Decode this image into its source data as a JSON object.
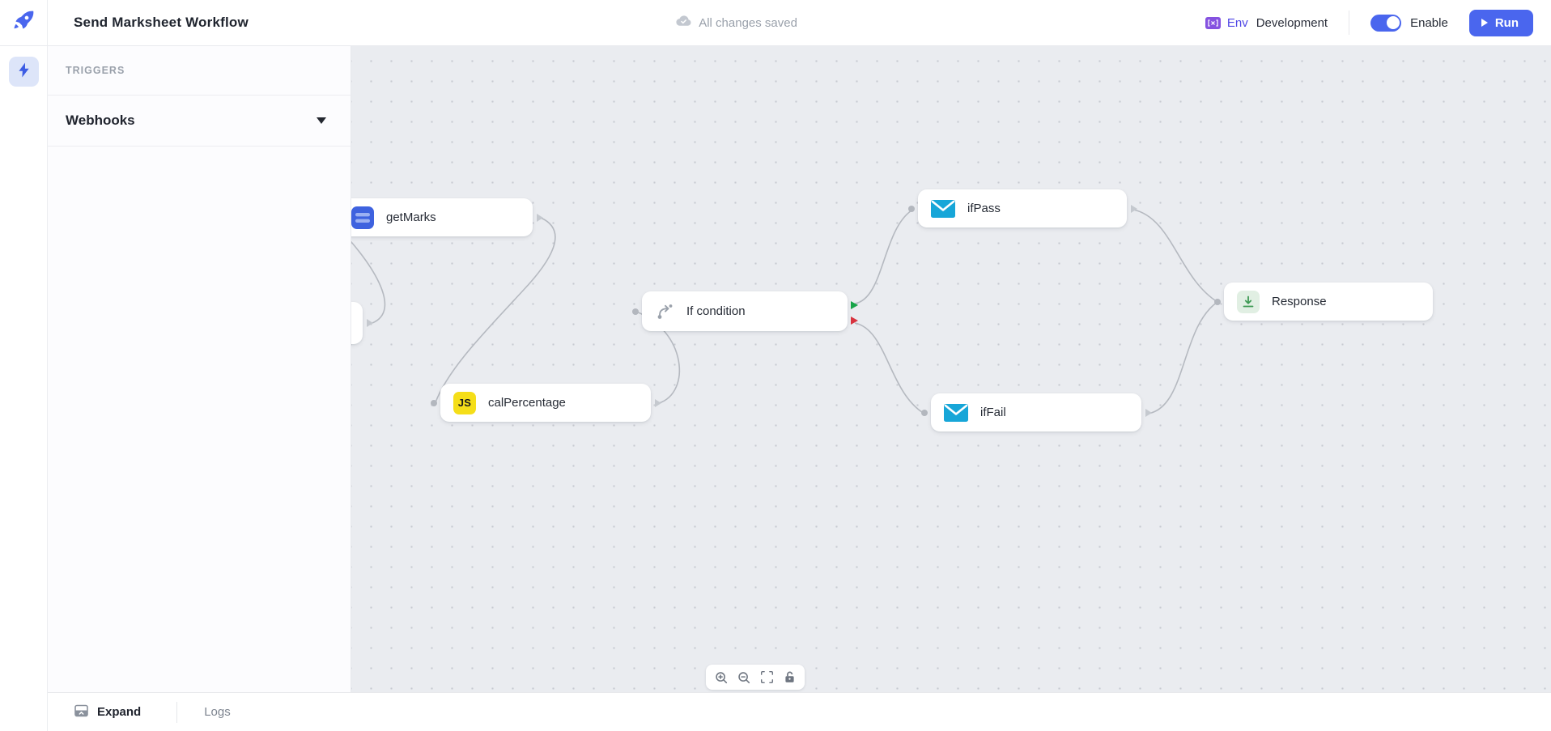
{
  "header": {
    "title": "Send Marksheet Workflow",
    "save_status": "All changes saved",
    "env_label": "Env",
    "env_value": "Development",
    "enable_label": "Enable",
    "run_label": "Run",
    "toggle_state": "on"
  },
  "sidebar": {
    "section_title": "TRIGGERS",
    "items": [
      {
        "label": "Webhooks"
      }
    ]
  },
  "canvas": {
    "nodes": [
      {
        "id": "webhook-trigger",
        "label": "",
        "icon": "none-visible"
      },
      {
        "id": "getMarks",
        "label": "getMarks",
        "icon": "database-icon",
        "icon_color": "#3e62df"
      },
      {
        "id": "calPercentage",
        "label": "calPercentage",
        "icon": "javascript-icon",
        "icon_text": "JS",
        "icon_color": "#f5de19"
      },
      {
        "id": "ifCondition",
        "label": "If condition",
        "icon": "branch-icon",
        "true_handle_color": "#18a449",
        "false_handle_color": "#d8333f"
      },
      {
        "id": "ifPass",
        "label": "ifPass",
        "icon": "mail-icon",
        "icon_color": "#17a6d8"
      },
      {
        "id": "ifFail",
        "label": "ifFail",
        "icon": "mail-icon",
        "icon_color": "#17a6d8"
      },
      {
        "id": "response",
        "label": "Response",
        "icon": "return-output-icon",
        "icon_color": "#3e9a54"
      }
    ],
    "edges": [
      {
        "from": "webhook-trigger",
        "to": "getMarks"
      },
      {
        "from": "getMarks",
        "to": "calPercentage"
      },
      {
        "from": "calPercentage",
        "to": "ifCondition"
      },
      {
        "from": "ifCondition.true",
        "to": "ifPass"
      },
      {
        "from": "ifCondition.false",
        "to": "ifFail"
      },
      {
        "from": "ifPass",
        "to": "response"
      },
      {
        "from": "ifFail",
        "to": "response"
      }
    ]
  },
  "canvas_toolbar": {
    "buttons": [
      {
        "name": "zoom-in"
      },
      {
        "name": "zoom-out"
      },
      {
        "name": "fit-view"
      },
      {
        "name": "lock"
      }
    ]
  },
  "footer": {
    "expand_label": "Expand",
    "logs_label": "Logs"
  },
  "colors": {
    "accent": "#4a66ee",
    "env_icon": "#8552e0",
    "canvas_bg": "#eaecf0",
    "edge": "#b5b9c0"
  }
}
